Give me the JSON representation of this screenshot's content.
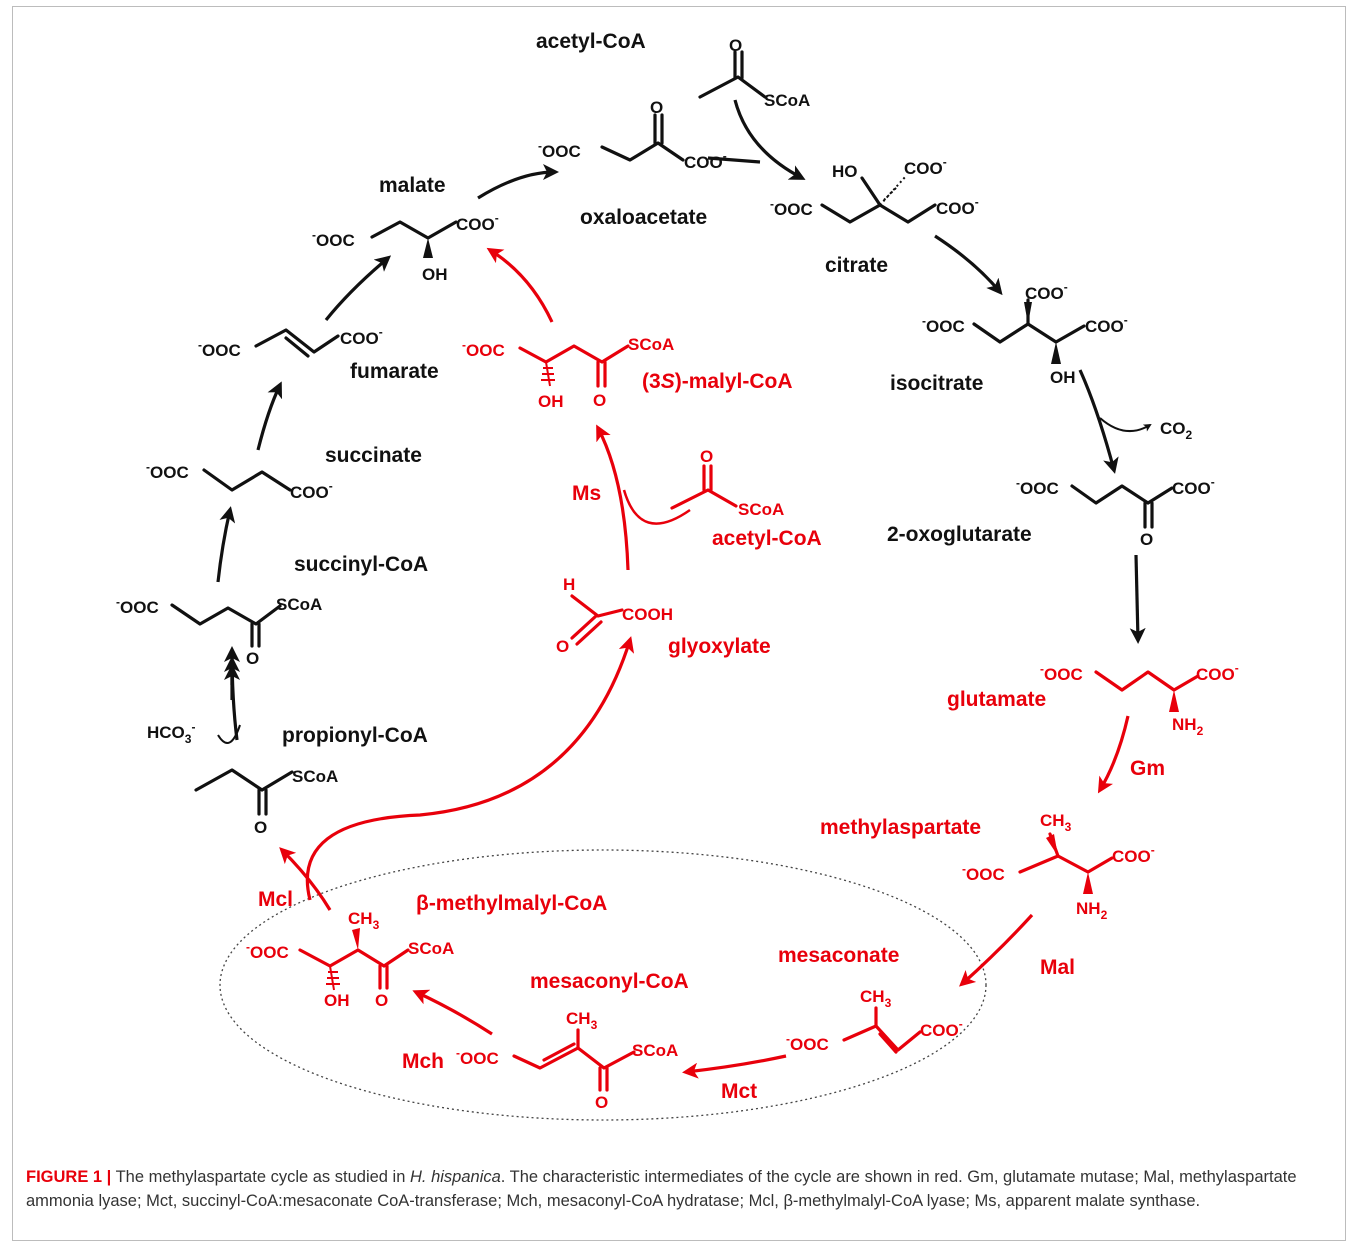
{
  "caption": {
    "figure_label": "FIGURE 1 |",
    "text_before_species": " The methylaspartate cycle as studied in ",
    "species": "H. hispanica",
    "text_after_species": ". The characteristic intermediates of the cycle are shown in red. Gm, glutamate mutase; Mal, methylaspartate ammonia lyase; Mct, succinyl-CoA:mesaconate CoA-transferase; Mch, mesaconyl-CoA hydratase; Mcl, β-methylmalyl-CoA lyase; Ms, apparent malate synthase."
  },
  "compounds": {
    "acetyl_coa_top": "acetyl-CoA",
    "oxaloacetate": "oxaloacetate",
    "citrate": "citrate",
    "isocitrate": "isocitrate",
    "oxoglutarate": "2-oxoglutarate",
    "glutamate": "glutamate",
    "methylaspartate": "methylaspartate",
    "mesaconate": "mesaconate",
    "mesaconyl_coa": "mesaconyl-CoA",
    "methylmalyl_coa": "β-methylmalyl-CoA",
    "propionyl_coa": "propionyl-CoA",
    "succinyl_coa": "succinyl-CoA",
    "succinate": "succinate",
    "fumarate": "fumarate",
    "malate": "malate",
    "malyl_coa_prefix": "(3",
    "malyl_coa_s": "S",
    "malyl_coa_suffix": ")-malyl-CoA",
    "acetyl_coa_red": "acetyl-CoA",
    "glyoxylate": "glyoxylate"
  },
  "enzymes": {
    "gm": "Gm",
    "mal": "Mal",
    "mct": "Mct",
    "mch": "Mch",
    "mcl": "Mcl",
    "ms": "Ms"
  },
  "cofactors": {
    "co2": "CO",
    "co2_sub": "2",
    "hco3": "HCO",
    "hco3_sub": "3",
    "hco3_sup": "-"
  },
  "groups": {
    "scoa": "SCoA",
    "ooc": "OOC",
    "coo": "COO",
    "neg": "-",
    "oxygen": "O",
    "oh": "OH",
    "ho": "HO",
    "ch3": "CH",
    "ch3_sub": "3",
    "nh2": "NH",
    "nh2_sub": "2",
    "hydrogen": "H",
    "cooh": "COOH"
  },
  "colors": {
    "main": "#111111",
    "characteristic": "#e8000b"
  }
}
